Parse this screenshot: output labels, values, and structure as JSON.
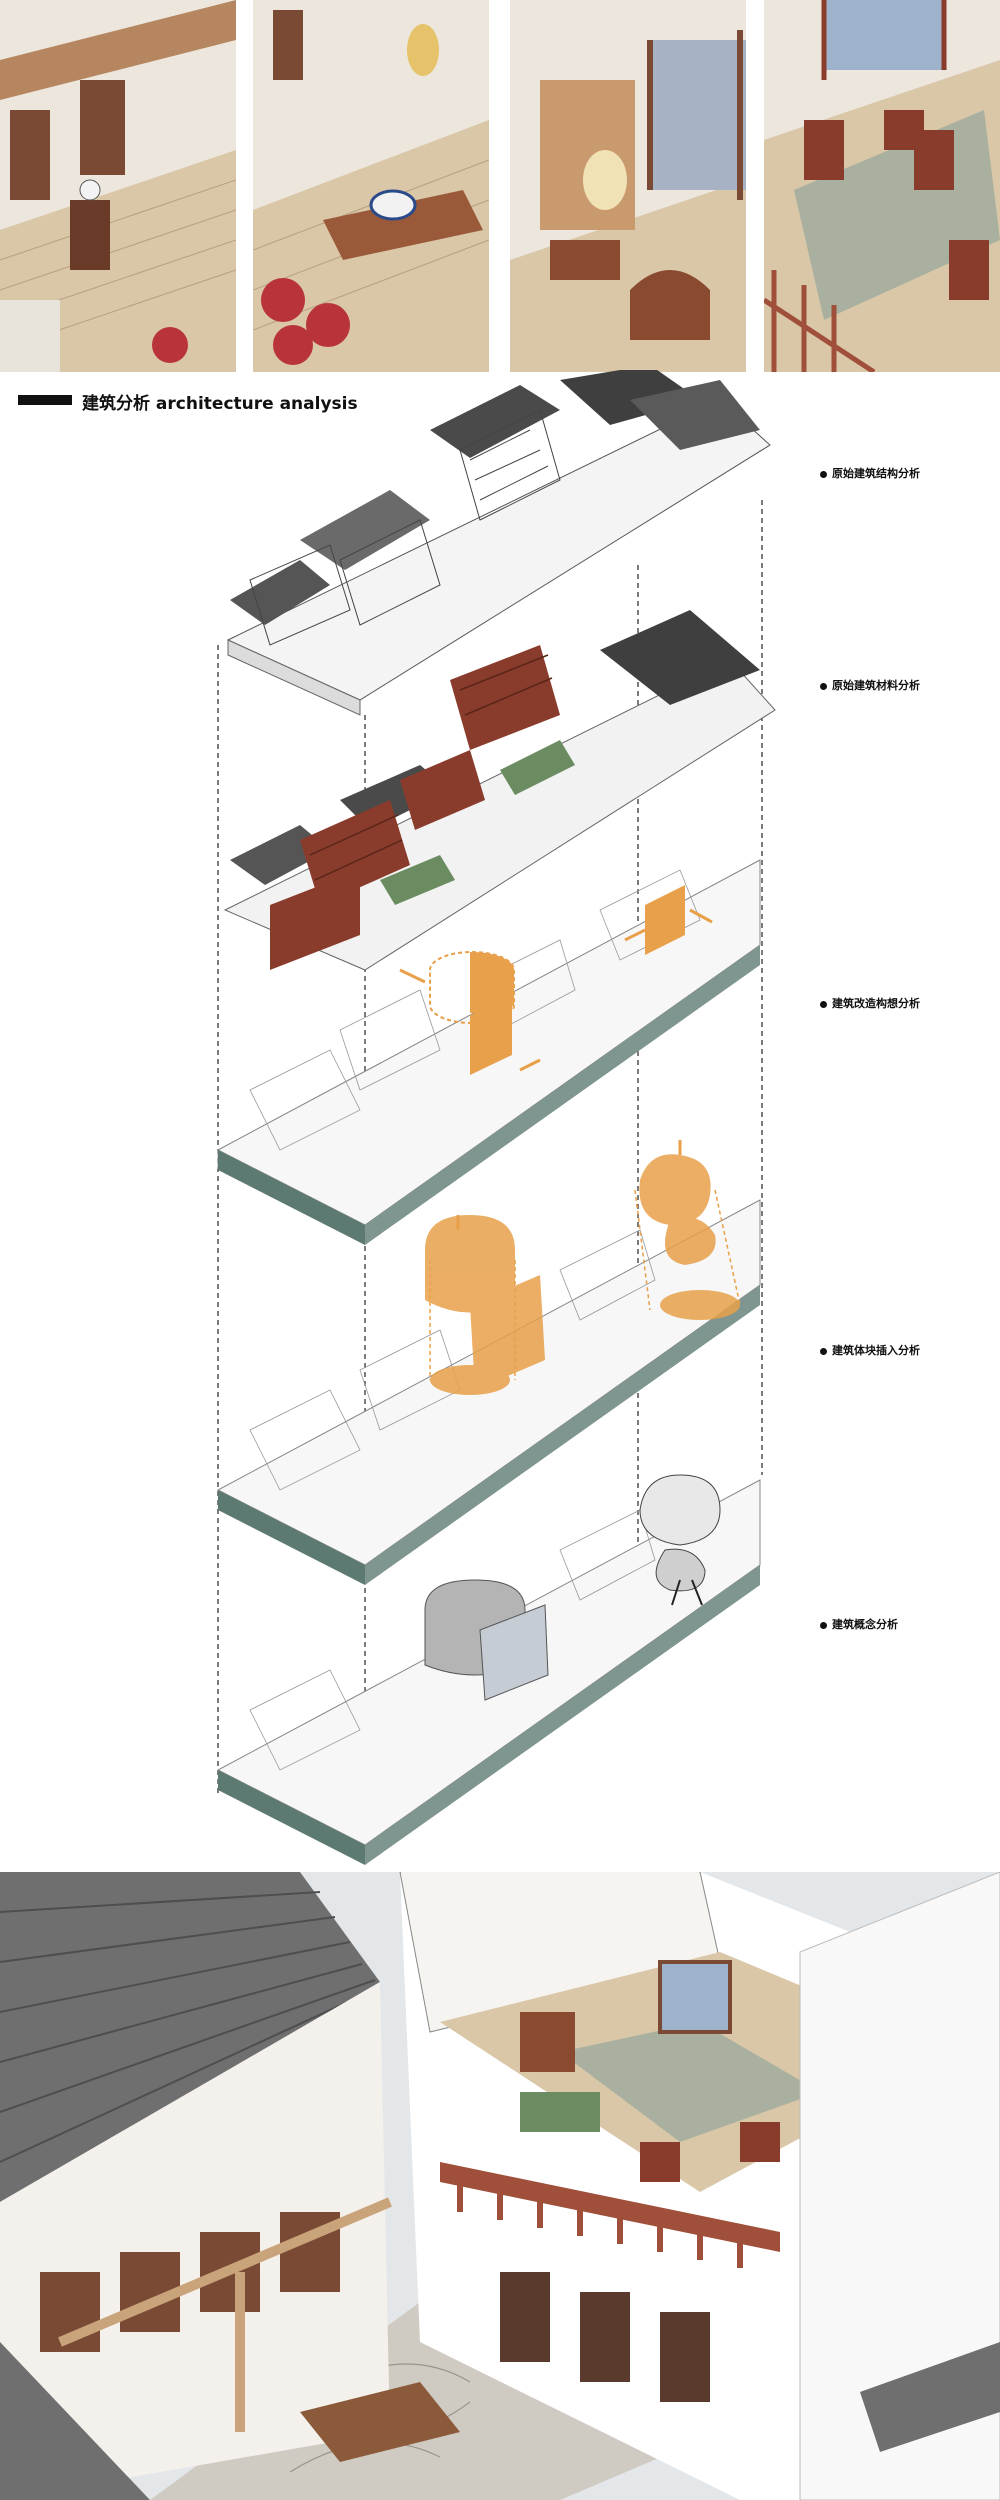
{
  "section": {
    "title_cn": "建筑分析",
    "title_en": "architecture analysis"
  },
  "layers": [
    {
      "label": "原始建筑结构分析"
    },
    {
      "label": "原始建筑材料分析"
    },
    {
      "label": "建筑改造构想分析"
    },
    {
      "label": "建筑体块插入分析"
    },
    {
      "label": "建筑概念分析"
    }
  ],
  "colors": {
    "accent_orange": "#e8a04a",
    "timber": "#8a3c2c",
    "roof_dark": "#3f3f3f",
    "base_slab": "#5d7a72",
    "floor_wood": "#d9c7a8"
  }
}
